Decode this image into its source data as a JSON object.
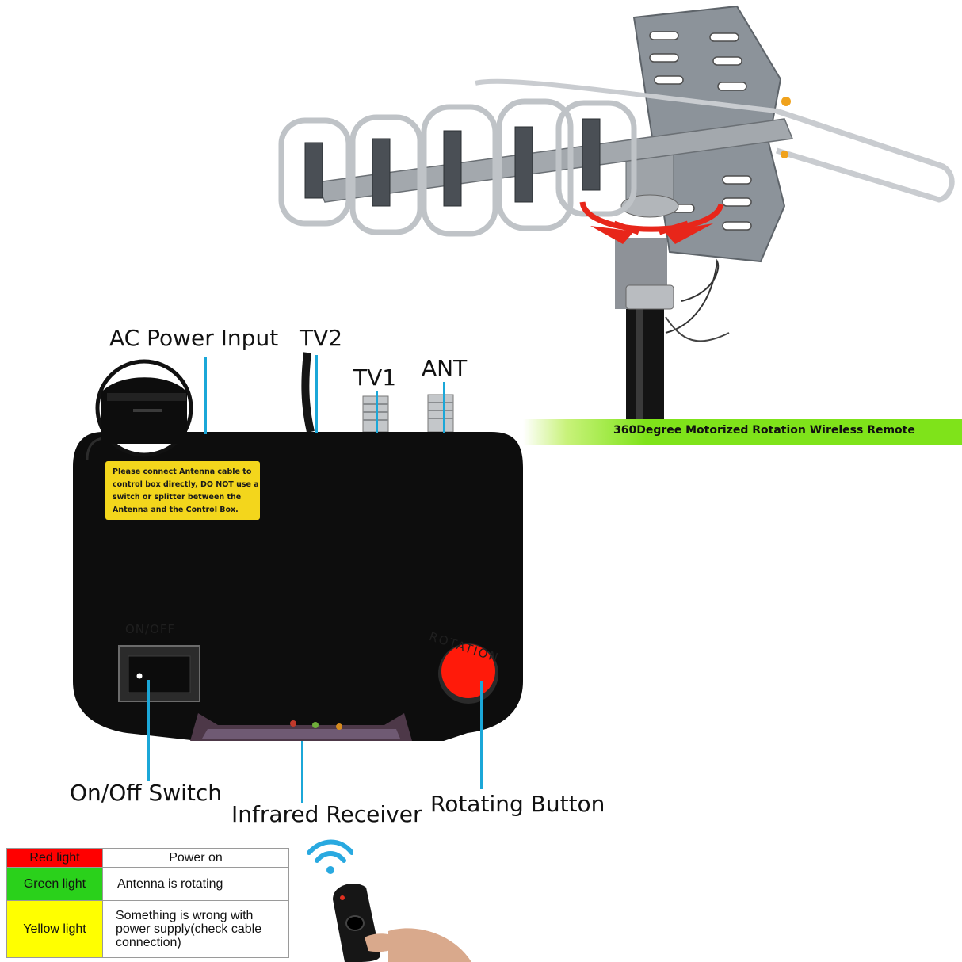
{
  "banner": {
    "text": "360Degree Motorized Rotation  Wireless Remote"
  },
  "callouts": {
    "ac_power_input": "AC Power Input",
    "tv2": "TV2",
    "tv1": "TV1",
    "ant": "ANT",
    "on_off_switch": "On/Off Switch",
    "infrared_receiver": "Infrared Receiver",
    "rotating_button": "Rotating Button"
  },
  "control_box": {
    "sticker": "Please connect Antenna cable to control box directly, DO NOT use a switch or splitter between the Antenna and the Control Box.",
    "switch_label": "ON/OFF",
    "button_label": "ROTATION"
  },
  "legend": [
    {
      "light": "Red light",
      "meaning": "Power on",
      "color": "#ff0000"
    },
    {
      "light": "Green light",
      "meaning": "Antenna is rotating",
      "color": "#2ad11b"
    },
    {
      "light": "Yellow light",
      "meaning": "Something is wrong with power supply(check cable connection)",
      "color": "#ffff00"
    }
  ],
  "colors": {
    "callout_line": "#1ba7d8",
    "box_body": "#0d0d0d",
    "sticker": "#f3d61c",
    "rotation_button": "#ff1a0a",
    "rotation_arrow": "#e8261a"
  },
  "icons": {
    "wifi": "wifi-signal-icon",
    "remote": "remote-control-icon"
  }
}
